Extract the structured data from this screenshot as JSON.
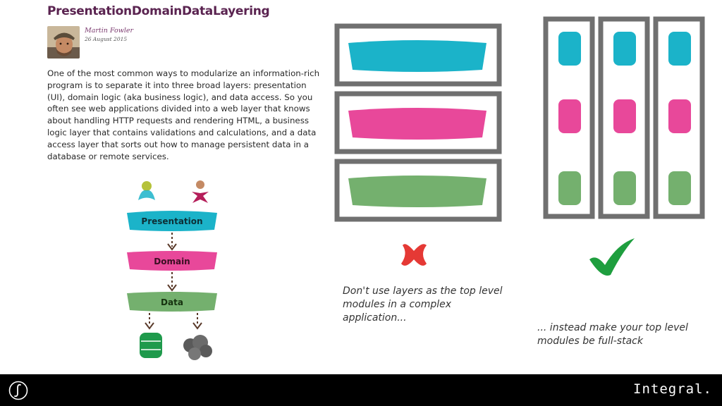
{
  "article": {
    "title": "PresentationDomainDataLayering",
    "author": "Martin Fowler",
    "date": "26 August 2015",
    "body": "One of the most common ways to modularize an information-rich program is to separate it into three broad layers: presentation (UI), domain logic (aka business logic), and data access. So you often see web applications divided into a web layer that knows about handling HTTP requests and rendering HTML, a business logic layer that contains validations and calculations, and a data access layer that sorts out how to manage persistent data in a database or remote services."
  },
  "diagram": {
    "layers": [
      {
        "label": "Presentation",
        "color": "#1bb3c9"
      },
      {
        "label": "Domain",
        "color": "#e8489a"
      },
      {
        "label": "Data",
        "color": "#74b06e"
      }
    ]
  },
  "colors": {
    "cyan": "#1bb3c9",
    "pink": "#e8489a",
    "green": "#74b06e",
    "frame": "#707070",
    "cross": "#e53935",
    "check": "#1e9e3e",
    "title": "#5a2350"
  },
  "comparison": {
    "bad_caption": "Don't use layers as the top level modules in a complex application...",
    "good_caption": "... instead make your top level modules be full-stack"
  },
  "footer": {
    "brand": "Integral."
  }
}
